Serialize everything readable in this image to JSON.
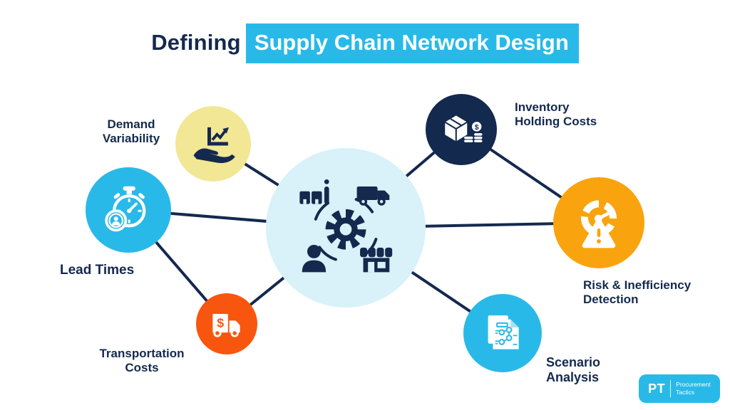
{
  "title": {
    "prefix": "Defining",
    "highlight": "Supply Chain Network Design"
  },
  "center_node": {
    "icons": [
      "factory-icon",
      "truck-icon",
      "gear-icon",
      "person-icon",
      "store-icon",
      "cycle-arcs-icon"
    ]
  },
  "nodes": [
    {
      "id": "demand-variability",
      "label": "Demand\nVariability",
      "icon": "hand-chart-icon",
      "color": "#F2E795"
    },
    {
      "id": "lead-times",
      "label": "Lead Times",
      "icon": "stopwatch-person-icon",
      "color": "#29B9E8"
    },
    {
      "id": "transportation-costs",
      "label": "Transportation\nCosts",
      "icon": "dollar-truck-icon",
      "color": "#F8560E"
    },
    {
      "id": "inventory-holding-costs",
      "label": "Inventory\nHolding Costs",
      "icon": "box-coins-icon",
      "color": "#14294E"
    },
    {
      "id": "risk-inefficiency",
      "label": "Risk & Inefficiency\nDetection",
      "icon": "gauge-warning-icon",
      "color": "#F9A40E"
    },
    {
      "id": "scenario-analysis",
      "label": "Scenario\nAnalysis",
      "icon": "flowchart-document-icon",
      "color": "#29B9E8"
    }
  ],
  "logo": {
    "initials": "PT",
    "name": "Procurement\nTactics"
  },
  "colors": {
    "navy": "#14294E",
    "cyan": "#29B9E8",
    "pale_blue": "#D9F1F8",
    "yellow": "#F2E795",
    "orange": "#F8560E",
    "amber": "#F9A40E",
    "white": "#FFFFFF"
  }
}
